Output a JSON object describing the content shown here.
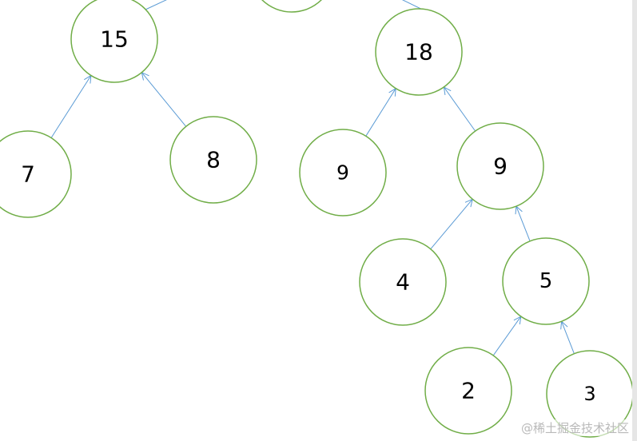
{
  "colors": {
    "node_stroke": "#70ad47",
    "edge_stroke": "#5b9bd5",
    "text": "#000000"
  },
  "nodes": [
    {
      "id": "top-partial",
      "label": ""
    },
    {
      "id": "n15",
      "label": "15"
    },
    {
      "id": "n18",
      "label": "18"
    },
    {
      "id": "n7",
      "label": "7"
    },
    {
      "id": "n8",
      "label": "8"
    },
    {
      "id": "n9a",
      "label": "9"
    },
    {
      "id": "n9b",
      "label": "9"
    },
    {
      "id": "n4",
      "label": "4"
    },
    {
      "id": "n5",
      "label": "5"
    },
    {
      "id": "n2",
      "label": "2"
    },
    {
      "id": "n3",
      "label": "3"
    }
  ],
  "edges": [
    {
      "from": "n7",
      "to": "n15"
    },
    {
      "from": "n8",
      "to": "n15"
    },
    {
      "from": "n9a",
      "to": "n18"
    },
    {
      "from": "n9b",
      "to": "n18"
    },
    {
      "from": "n4",
      "to": "n9b"
    },
    {
      "from": "n5",
      "to": "n9b"
    },
    {
      "from": "n2",
      "to": "n5"
    },
    {
      "from": "n3",
      "to": "n5"
    }
  ],
  "watermark": "@稀土掘金技术社区"
}
